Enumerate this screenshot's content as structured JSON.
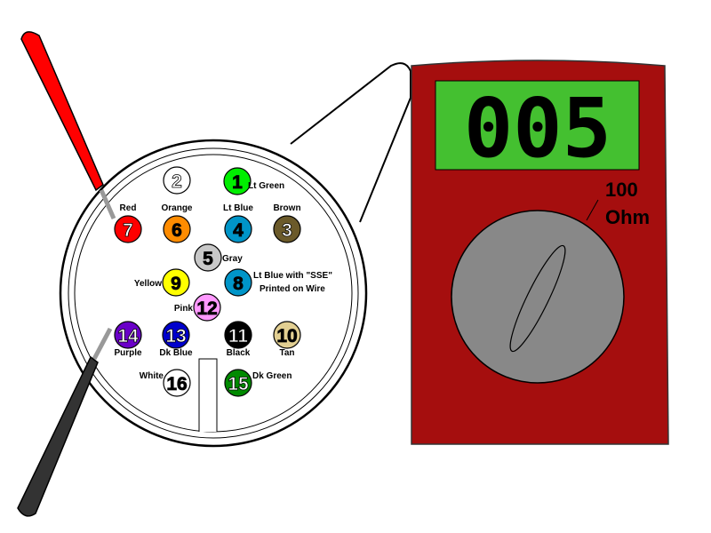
{
  "meter": {
    "reading": "005",
    "range_value": "100",
    "range_unit": "Ohm",
    "body_color": "#a50e0e",
    "display_color": "#44c030",
    "knob_color": "#888888"
  },
  "pins": [
    {
      "num": "1",
      "label": "Lt Green",
      "color": "#00ee00",
      "text": "#000"
    },
    {
      "num": "2",
      "label": "",
      "color": "#ffffff",
      "text": "#fff"
    },
    {
      "num": "3",
      "label": "Brown",
      "color": "#6b5a2a",
      "text": "#fff"
    },
    {
      "num": "4",
      "label": "Lt Blue",
      "color": "#0095c8",
      "text": "#000"
    },
    {
      "num": "5",
      "label": "Gray",
      "color": "#c8c8c8",
      "text": "#000"
    },
    {
      "num": "6",
      "label": "Orange",
      "color": "#ff8c00",
      "text": "#000"
    },
    {
      "num": "7",
      "label": "Red",
      "color": "#ff0000",
      "text": "#fff"
    },
    {
      "num": "8",
      "label": "Lt Blue with \"SSE\"",
      "label2": "Printed on Wire",
      "color": "#0095c8",
      "text": "#000"
    },
    {
      "num": "9",
      "label": "Yellow",
      "color": "#ffff00",
      "text": "#000"
    },
    {
      "num": "10",
      "label": "Tan",
      "color": "#e2cf92",
      "text": "#000"
    },
    {
      "num": "11",
      "label": "Black",
      "color": "#000000",
      "text": "#fff"
    },
    {
      "num": "12",
      "label": "Pink",
      "color": "#ff99ff",
      "text": "#000"
    },
    {
      "num": "13",
      "label": "Dk Blue",
      "color": "#0000cc",
      "text": "#fff"
    },
    {
      "num": "14",
      "label": "Purple",
      "color": "#6a00c8",
      "text": "#fff"
    },
    {
      "num": "15",
      "label": "Dk Green",
      "color": "#008a00",
      "text": "#fff"
    },
    {
      "num": "16",
      "label": "White",
      "color": "#ffffff",
      "text": "#000"
    }
  ]
}
